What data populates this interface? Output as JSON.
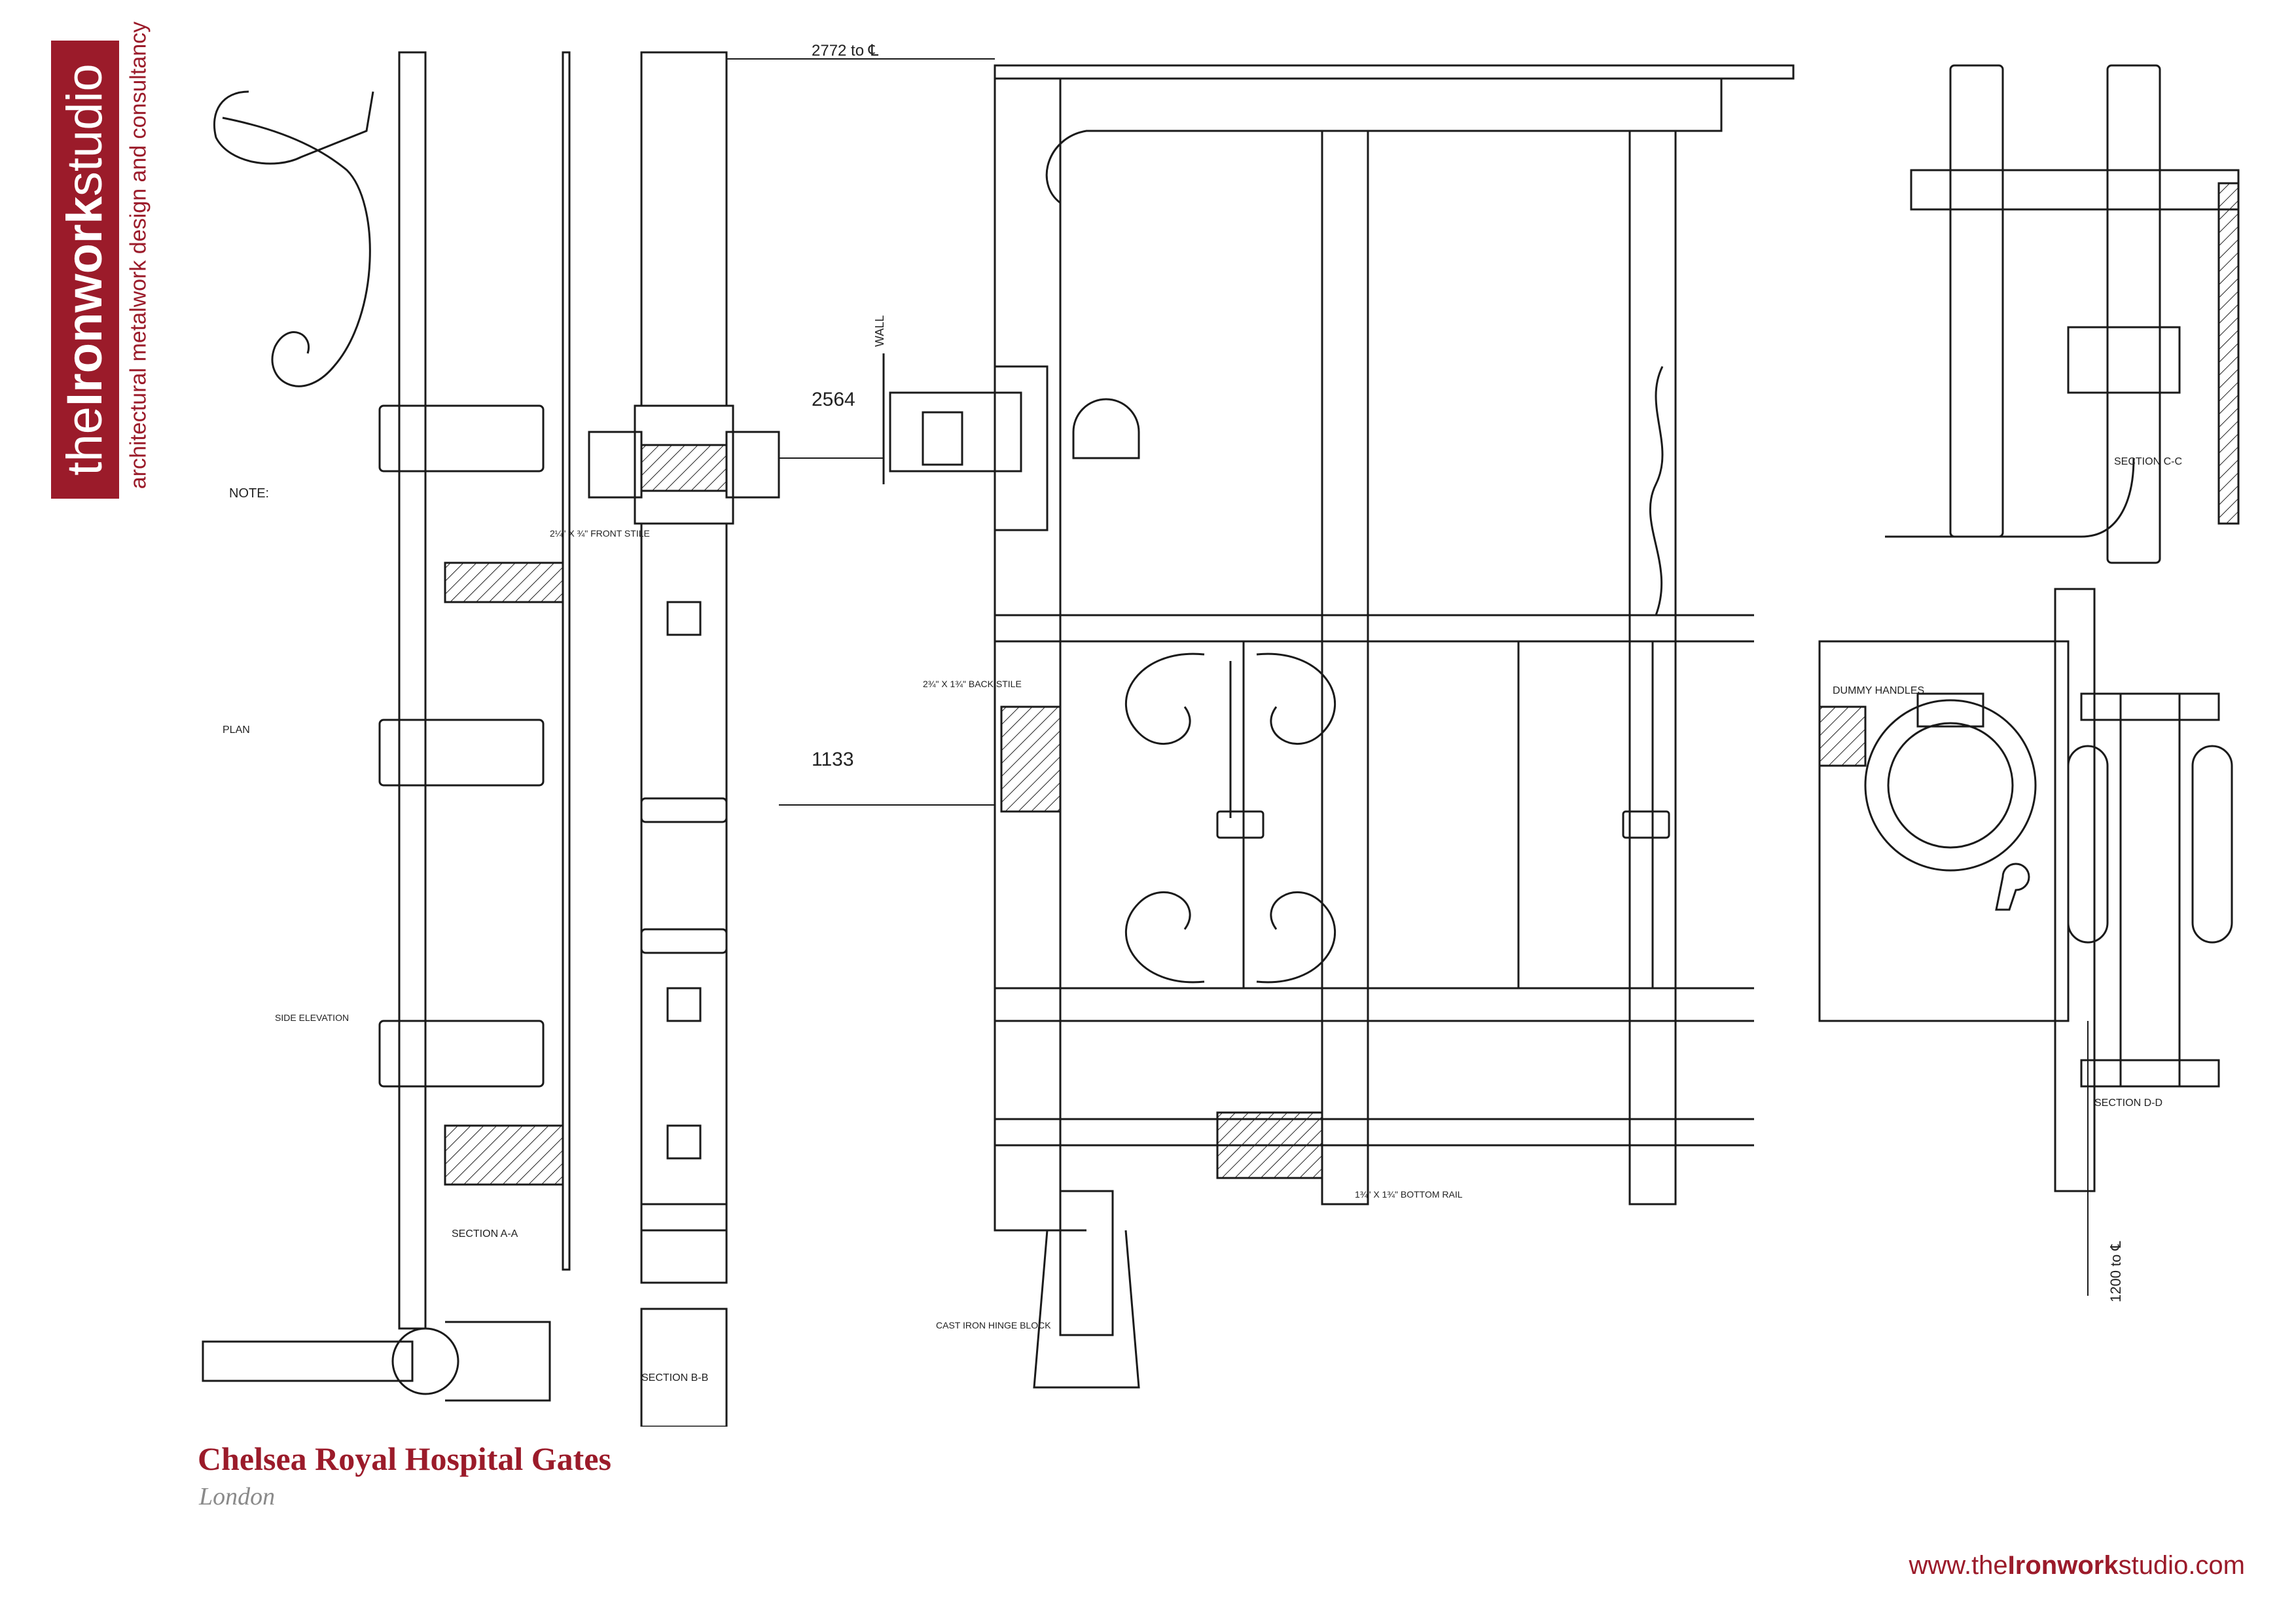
{
  "brand": {
    "logo_prefix": "the",
    "logo_main": "Ironwork",
    "logo_suffix": "studio",
    "tagline": "architectural metalwork design and consultancy",
    "color": "#9b1b2a"
  },
  "title": "Chelsea Royal Hospital Gates",
  "subtitle": "London",
  "website": {
    "prefix": "www.the",
    "bold": "Ironwork",
    "suffix": "studio.com"
  },
  "drawing": {
    "dimensions": {
      "top": "2772 to ℄",
      "middle_upper": "2564",
      "middle": "1133",
      "right": "1200 to ℄"
    },
    "labels": {
      "note": "NOTE:",
      "wall": "WALL",
      "plan": "PLAN",
      "section_aa": "SECTION A-A",
      "section_bb": "SECTION B-B",
      "section_cc": "SECTION C-C",
      "section_dd": "SECTION D-D",
      "side_elevation": "SIDE ELEVATION",
      "dummy_handles": "DUMMY HANDLES",
      "front_stile": "2¼\" X ¾\" FRONT STILE",
      "back_stile": "2¾\" X 1¾\" BACK STILE",
      "bottom_rail": "1¾\" X 1¾\" BOTTOM RAIL",
      "cast_iron_block": "CAST IRON HINGE BLOCK"
    }
  }
}
